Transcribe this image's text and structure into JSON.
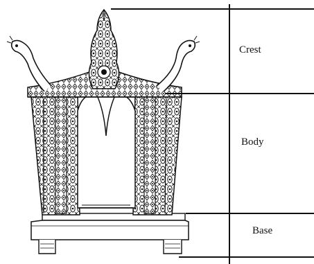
{
  "labels": {
    "crest": "Crest",
    "body": "Body",
    "base": "Base"
  },
  "colors": {
    "ink": "#111111",
    "background": "#ffffff"
  }
}
